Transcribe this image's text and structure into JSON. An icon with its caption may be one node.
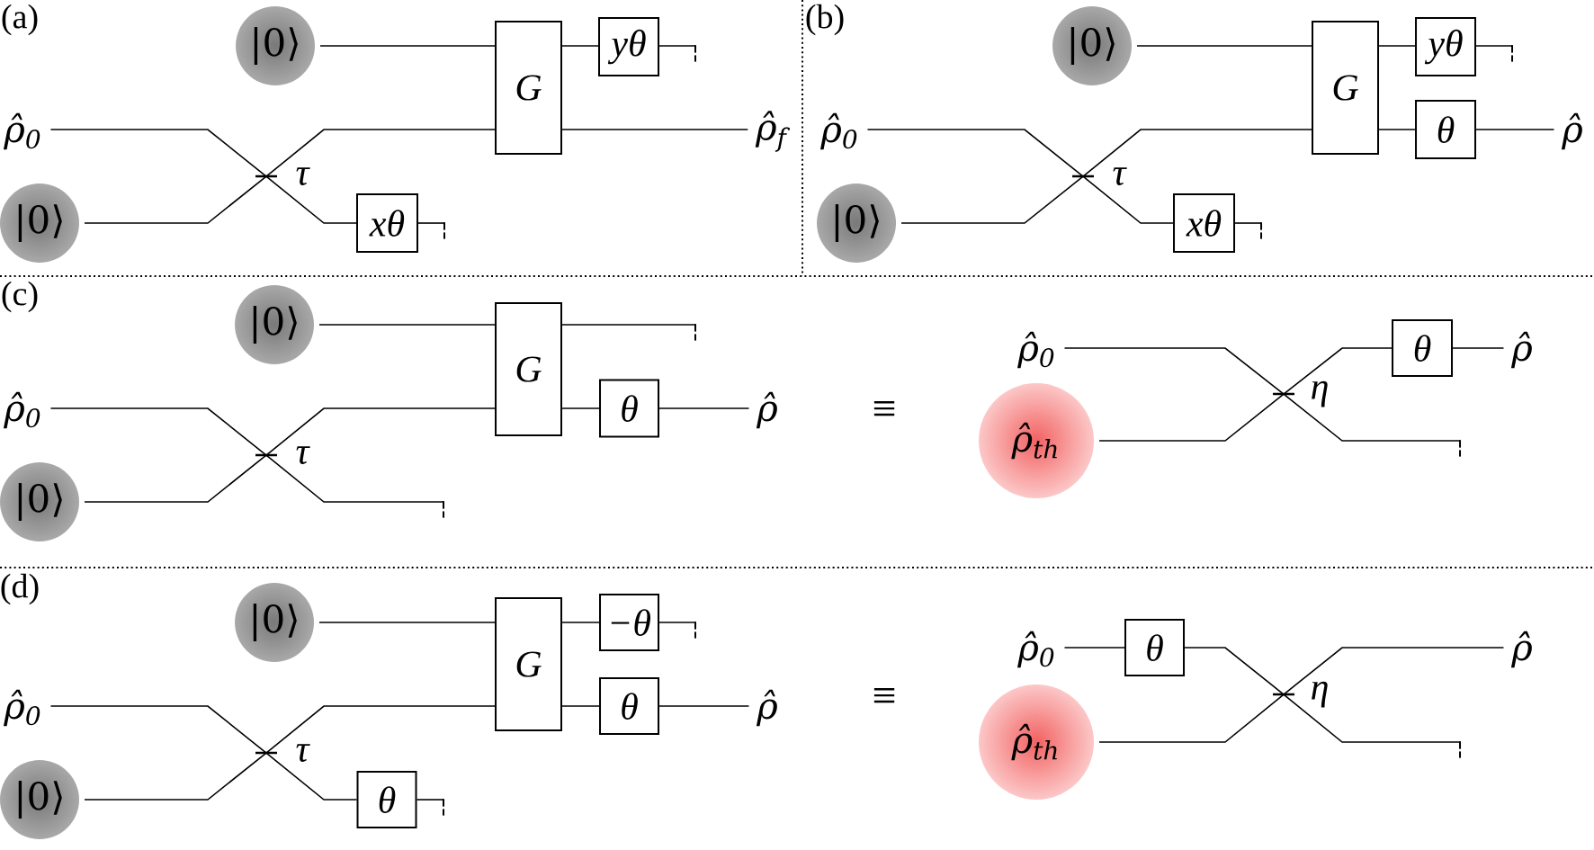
{
  "diagram": {
    "nodes": [
      {
        "text": [
          "|0⟩"
        ]
      },
      {
        "text": [
          "ρ̂$_{0}$"
        ]
      },
      {
        "text": [
          "|0⟩"
        ]
      },
      {
        "text": [],
        "shape": "bar",
        "beside": [
          "τ"
        ]
      },
      {
        "text": [
          "G"
        ]
      },
      {
        "text": [
          "yθ"
        ]
      },
      {
        "text": [
          "xθ"
        ]
      },
      {
        "text": [
          "ρ̂$_{f}$"
        ]
      },
      {
        "text": [
          "|0⟩"
        ]
      },
      {
        "text": [
          "ρ̂$_{0}$"
        ]
      },
      {
        "text": [
          "|0⟩"
        ]
      },
      {
        "text": [],
        "shape": "bar",
        "beside": [
          "τ"
        ]
      },
      {
        "text": [
          "G"
        ]
      },
      {
        "text": [
          "yθ"
        ]
      },
      {
        "text": [
          "θ"
        ]
      },
      {
        "text": [
          "xθ"
        ]
      },
      {
        "text": [
          "ρ̂"
        ]
      },
      {
        "text": [
          "|0⟩"
        ]
      },
      {
        "text": [
          "ρ̂$_{0}$"
        ]
      },
      {
        "text": [
          "|0⟩"
        ]
      },
      {
        "text": [],
        "shape": "bar",
        "beside": [
          "τ"
        ]
      },
      {
        "text": [
          "G"
        ]
      },
      {
        "text": [
          "θ"
        ]
      },
      {
        "text": [
          "ρ̂"
        ]
      },
      {
        "text": [
          "ρ̂$_{0}$"
        ]
      },
      {
        "text": [
          "ρ̂$_{th}$"
        ]
      },
      {
        "text": [],
        "shape": "bar",
        "beside": [
          "η"
        ]
      },
      {
        "text": [
          "θ"
        ]
      },
      {
        "text": [
          "ρ̂"
        ]
      },
      {
        "text": [
          "|0⟩"
        ]
      },
      {
        "text": [
          "ρ̂$_{0}$"
        ]
      },
      {
        "text": [
          "|0⟩"
        ]
      },
      {
        "text": [],
        "shape": "bar",
        "beside": [
          "τ"
        ]
      },
      {
        "text": [
          "G"
        ]
      },
      {
        "text": [
          "−θ"
        ]
      },
      {
        "text": [
          "θ"
        ]
      },
      {
        "text": [
          "θ"
        ]
      },
      {
        "text": [
          "ρ̂"
        ]
      },
      {
        "text": [
          "ρ̂$_{0}$"
        ]
      },
      {
        "text": [
          "θ"
        ]
      },
      {
        "text": [
          "ρ̂$_{th}$"
        ]
      },
      {
        "text": [],
        "shape": "bar",
        "beside": [
          "η"
        ]
      },
      {
        "text": [
          "ρ̂"
        ]
      }
    ],
    "edges": [
      {
        "from": 0,
        "to": 4,
        "arrow": "none"
      },
      {
        "from": 1,
        "to": 3,
        "arrow": "none"
      },
      {
        "from": 2,
        "to": 3,
        "arrow": "none"
      },
      {
        "from": 3,
        "to": 4,
        "arrow": "none"
      },
      {
        "from": 3,
        "to": 6,
        "arrow": "none"
      },
      {
        "from": 4,
        "to": 5,
        "arrow": "none"
      },
      {
        "from": 4,
        "to": 7,
        "arrow": "none"
      },
      {
        "from": 5,
        "to": null,
        "arrow": "other"
      },
      {
        "from": 6,
        "to": null,
        "arrow": "other"
      },
      {
        "from": 8,
        "to": 12,
        "arrow": "none"
      },
      {
        "from": 9,
        "to": 11,
        "arrow": "none"
      },
      {
        "from": 10,
        "to": 11,
        "arrow": "none"
      },
      {
        "from": 11,
        "to": 12,
        "arrow": "none"
      },
      {
        "from": 11,
        "to": 15,
        "arrow": "none"
      },
      {
        "from": 12,
        "to": 13,
        "arrow": "none"
      },
      {
        "from": 12,
        "to": 14,
        "arrow": "none"
      },
      {
        "from": 14,
        "to": 16,
        "arrow": "none"
      },
      {
        "from": 13,
        "to": null,
        "arrow": "other"
      },
      {
        "from": 15,
        "to": null,
        "arrow": "other"
      },
      {
        "from": 17,
        "to": 21,
        "arrow": "none"
      },
      {
        "from": 18,
        "to": 20,
        "arrow": "none"
      },
      {
        "from": 19,
        "to": 20,
        "arrow": "none"
      },
      {
        "from": 20,
        "to": 21,
        "arrow": "none"
      },
      {
        "from": 20,
        "to": null,
        "arrow": "other"
      },
      {
        "from": 21,
        "to": null,
        "arrow": "other"
      },
      {
        "from": 21,
        "to": 22,
        "arrow": "none"
      },
      {
        "from": 22,
        "to": 23,
        "arrow": "none"
      },
      {
        "from": 24,
        "to": 26,
        "arrow": "none"
      },
      {
        "from": 25,
        "to": 26,
        "arrow": "none"
      },
      {
        "from": 26,
        "to": 27,
        "arrow": "none"
      },
      {
        "from": 26,
        "to": null,
        "arrow": "other"
      },
      {
        "from": 27,
        "to": 28,
        "arrow": "none"
      },
      {
        "from": 29,
        "to": 33,
        "arrow": "none"
      },
      {
        "from": 30,
        "to": 32,
        "arrow": "none"
      },
      {
        "from": 31,
        "to": 32,
        "arrow": "none"
      },
      {
        "from": 32,
        "to": 33,
        "arrow": "none"
      },
      {
        "from": 32,
        "to": 36,
        "arrow": "none"
      },
      {
        "from": 36,
        "to": null,
        "arrow": "other"
      },
      {
        "from": 33,
        "to": 34,
        "arrow": "none"
      },
      {
        "from": 34,
        "to": null,
        "arrow": "other"
      },
      {
        "from": 33,
        "to": 35,
        "arrow": "none"
      },
      {
        "from": 35,
        "to": 37,
        "arrow": "none"
      },
      {
        "from": 38,
        "to": 39,
        "arrow": "none"
      },
      {
        "from": 39,
        "to": 41,
        "arrow": "none"
      },
      {
        "from": 40,
        "to": 41,
        "arrow": "none"
      },
      {
        "from": 41,
        "to": 42,
        "arrow": "none"
      },
      {
        "from": 41,
        "to": null,
        "arrow": "other"
      }
    ],
    "labels": [
      "(a)",
      "(b)",
      "(c)",
      "≡",
      "(d)",
      "≡"
    ]
  }
}
